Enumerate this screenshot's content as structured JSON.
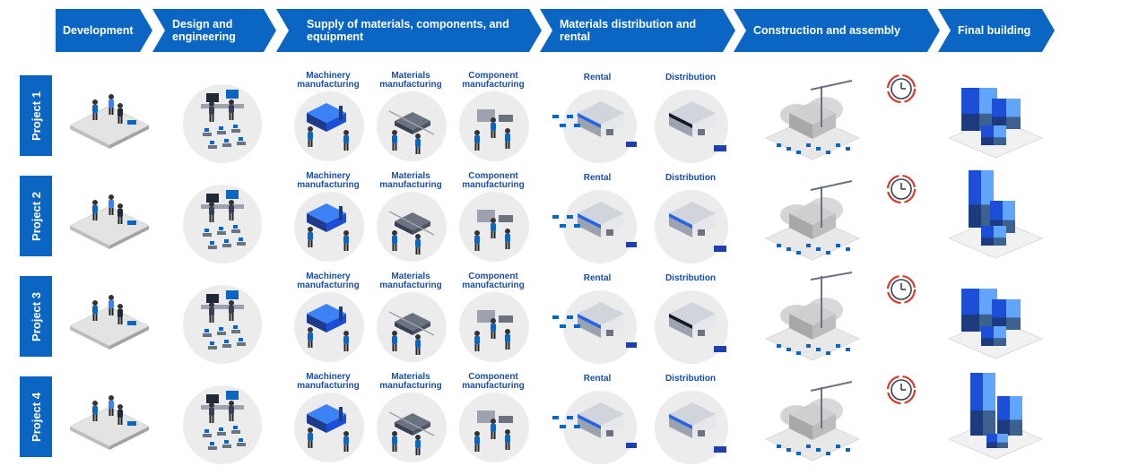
{
  "stages": [
    {
      "label": "Development"
    },
    {
      "label": "Design and engineering"
    },
    {
      "label": "Supply of materials, components, and equipment"
    },
    {
      "label": "Materials distribution and rental"
    },
    {
      "label": "Construction and assembly"
    },
    {
      "label": "Final building"
    }
  ],
  "projects": [
    {
      "label": "Project 1"
    },
    {
      "label": "Project 2"
    },
    {
      "label": "Project 3"
    },
    {
      "label": "Project 4"
    }
  ],
  "sublabels": {
    "machinery": "Machinery manufacturing",
    "materials": "Materials manufacturing",
    "component": "Component manufacturing",
    "rental": "Rental",
    "distribution": "Distribution"
  },
  "icons": {
    "development": "people-planning-icon",
    "design": "engineering-office-icon",
    "machinery": "machinery-factory-icon",
    "materials": "materials-factory-icon",
    "component": "component-factory-icon",
    "rental": "rental-warehouse-icon",
    "distribution": "distribution-warehouse-icon",
    "construction": "construction-site-icon",
    "clock": "clock-icon",
    "final": "final-building-icon"
  },
  "colors": {
    "accent": "#0a66c2",
    "label_blue": "#1a4fa3",
    "clock_ring": "#d63b2b"
  }
}
